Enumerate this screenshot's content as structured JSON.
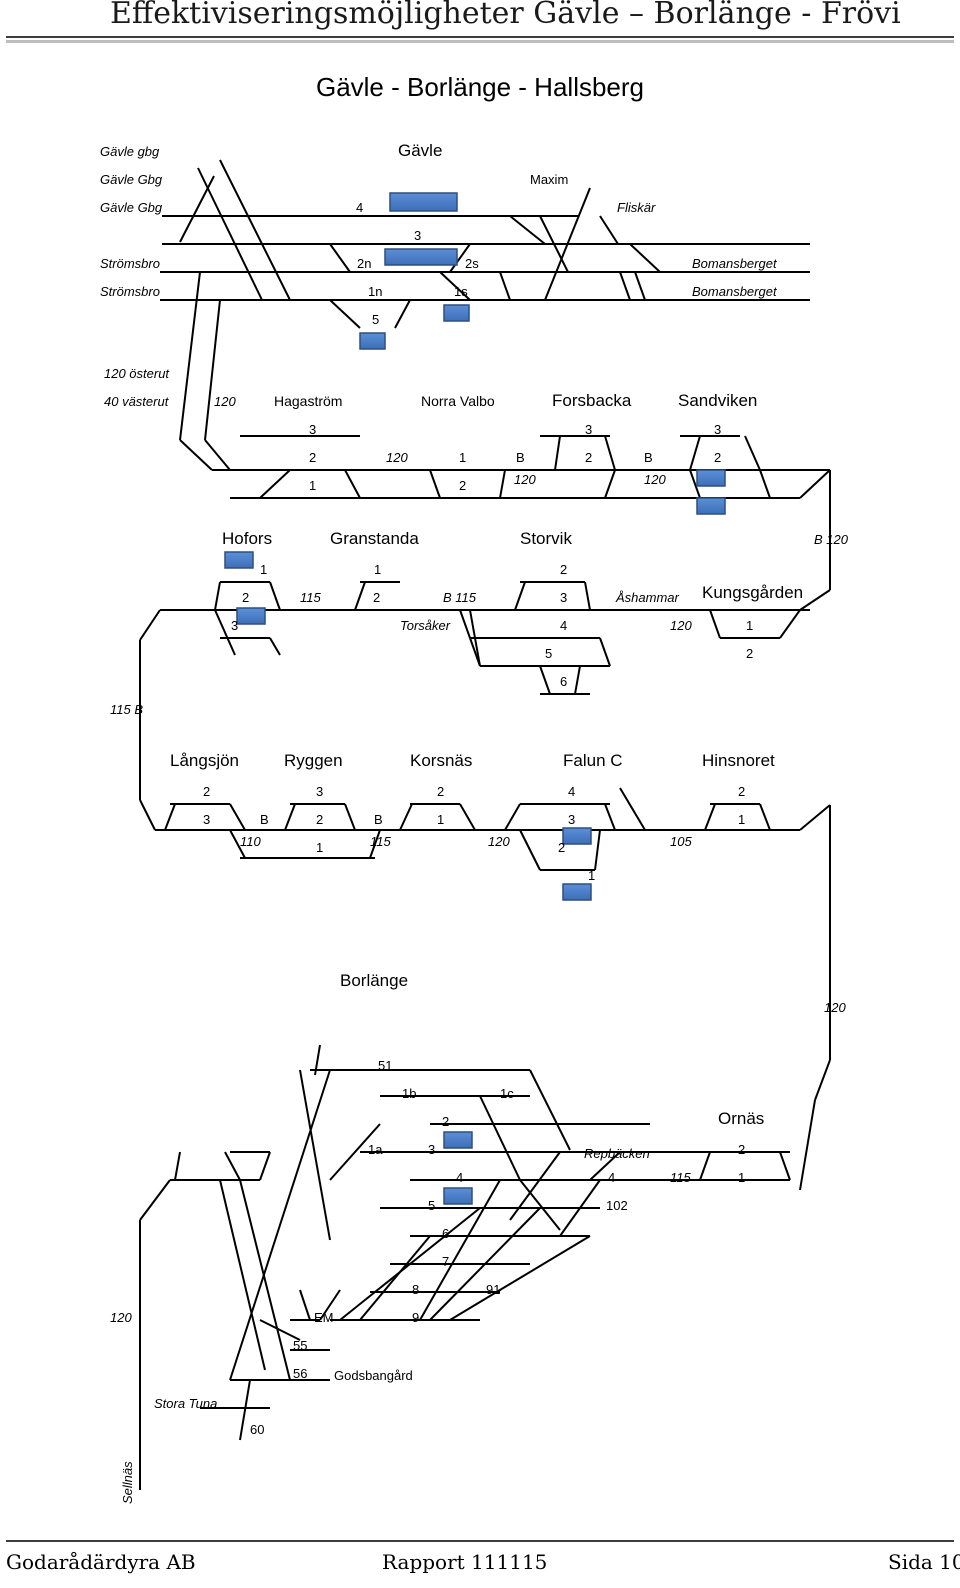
{
  "header": {
    "title": "Effektiviseringsmöjligheter Gävle – Borlänge - Frövi"
  },
  "diagram": {
    "title": "Gävle - Borlänge - Hallsberg",
    "stations": [
      "Gävle",
      "Hagaström",
      "Norra Valbo",
      "Forsbacka",
      "Sandviken",
      "Hofors",
      "Granstanda",
      "Storvik",
      "Kungsgården",
      "Långsjön",
      "Ryggen",
      "Korsnäs",
      "Falun C",
      "Hinsnoret",
      "Borlänge",
      "Ornäs"
    ],
    "places": [
      "Gävle gbg",
      "Gävle Gbg",
      "Gävle Gbg",
      "Strömsbro",
      "Strömsbro",
      "Maxim",
      "Fliskär",
      "Bomansberget",
      "Bomansberget",
      "120 österut",
      "40 västerut",
      "Torsåker",
      "Åshammar",
      "Repbäcken",
      "Stora Tuna",
      "Sellnäs",
      "Godsbangård"
    ],
    "track_labels": [
      "4",
      "3",
      "2n",
      "2s",
      "1n",
      "1s",
      "5",
      "3",
      "2",
      "1",
      "1",
      "2",
      "B",
      "3",
      "2",
      "B",
      "3",
      "2",
      "1",
      "1",
      "2",
      "2",
      "2",
      "3",
      "3",
      "4",
      "5",
      "6",
      "1",
      "2",
      "2",
      "3",
      "2",
      "4",
      "2",
      "3",
      "B",
      "2",
      "B",
      "1",
      "3",
      "1",
      "1",
      "2",
      "1",
      "51",
      "1b",
      "1c",
      "2",
      "1a",
      "3",
      "2",
      "1",
      "4",
      "4",
      "5",
      "6",
      "7",
      "8",
      "9",
      "91",
      "EM",
      "55",
      "56",
      "60"
    ],
    "speed_labels": [
      "120",
      "120",
      "120",
      "120",
      "120",
      "B 120",
      "115",
      "B 115",
      "120",
      "115 B",
      "110",
      "115",
      "120",
      "105",
      "120",
      "102",
      "115",
      "120"
    ]
  },
  "footer": {
    "left": "Godarådärdyra AB",
    "center": "Rapport 111115",
    "right": "Sida 10"
  }
}
